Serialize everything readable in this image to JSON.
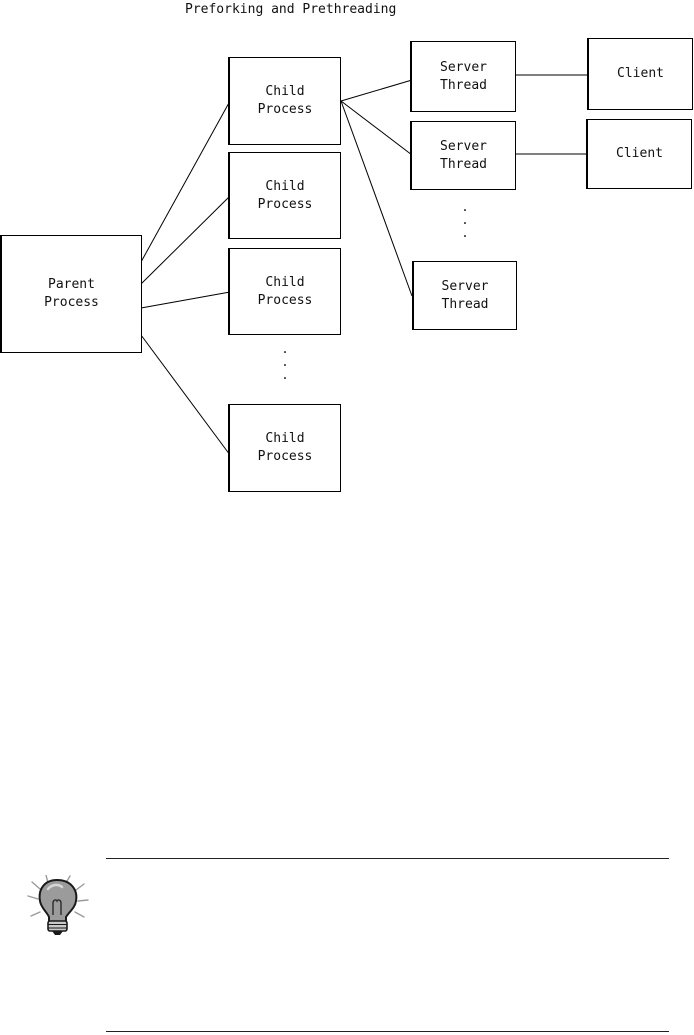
{
  "figure": {
    "title": "Preforking and Prethreading"
  },
  "nodes": {
    "parent": "Parent\nProcess",
    "child_1": "Child\nProcess",
    "child_2": "Child\nProcess",
    "child_3": "Child\nProcess",
    "child_4": "Child\nProcess",
    "thread_1": "Server\nThread",
    "thread_2": "Server\nThread",
    "thread_3": "Server\nThread",
    "client_1": "Client",
    "client_2": "Client"
  },
  "ellipsis": {
    "children": ".\n.\n.",
    "threads": ".\n.\n."
  },
  "icons": {
    "tip": "lightbulb-icon"
  }
}
